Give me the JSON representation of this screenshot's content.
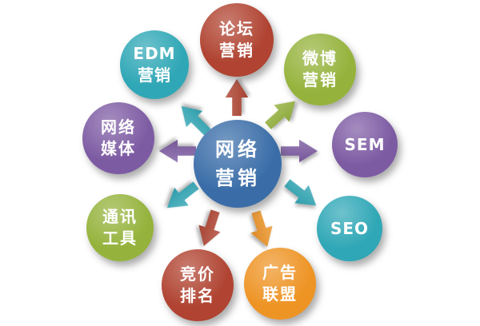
{
  "center": {
    "lines": [
      "网络",
      "营销"
    ],
    "color": "#3a6da8"
  },
  "nodes": [
    {
      "id": "forum-marketing",
      "lines": [
        "论坛",
        "营销"
      ],
      "color": "#b04331"
    },
    {
      "id": "weibo-marketing",
      "lines": [
        "微博",
        "营销"
      ],
      "color": "#95b33c"
    },
    {
      "id": "sem",
      "lines": [
        "SEM"
      ],
      "color": "#7d5ba3"
    },
    {
      "id": "seo",
      "lines": [
        "SEO"
      ],
      "color": "#2fa7b6"
    },
    {
      "id": "ad-alliance",
      "lines": [
        "广告",
        "联盟"
      ],
      "color": "#ee9425"
    },
    {
      "id": "bid-ranking",
      "lines": [
        "竞价",
        "排名"
      ],
      "color": "#b04331"
    },
    {
      "id": "communication-tools",
      "lines": [
        "通讯",
        "工具"
      ],
      "color": "#95b33c"
    },
    {
      "id": "network-media",
      "lines": [
        "网络",
        "媒体"
      ],
      "color": "#7d5ba3"
    },
    {
      "id": "edm-marketing",
      "lines": [
        "EDM",
        "营销"
      ],
      "color": "#2fa7b6"
    }
  ],
  "arrows": [
    {
      "id": "arrow-up-icon",
      "direction": "up",
      "color": "#b04331"
    },
    {
      "id": "arrow-up-right-icon",
      "direction": "up-right",
      "color": "#95b33c"
    },
    {
      "id": "arrow-right-icon",
      "direction": "right",
      "color": "#7d5ba3"
    },
    {
      "id": "arrow-down-right-icon",
      "direction": "down-right",
      "color": "#2fa7b6"
    },
    {
      "id": "arrow-down-mid-icon",
      "direction": "down",
      "color": "#ee9425"
    },
    {
      "id": "arrow-down-icon",
      "direction": "down",
      "color": "#b04331"
    },
    {
      "id": "arrow-down-left-icon",
      "direction": "down-left",
      "color": "#2fa7b6"
    },
    {
      "id": "arrow-left-icon",
      "direction": "left",
      "color": "#7d5ba3"
    },
    {
      "id": "arrow-up-left-icon",
      "direction": "up-left",
      "color": "#2fa7b6"
    }
  ]
}
